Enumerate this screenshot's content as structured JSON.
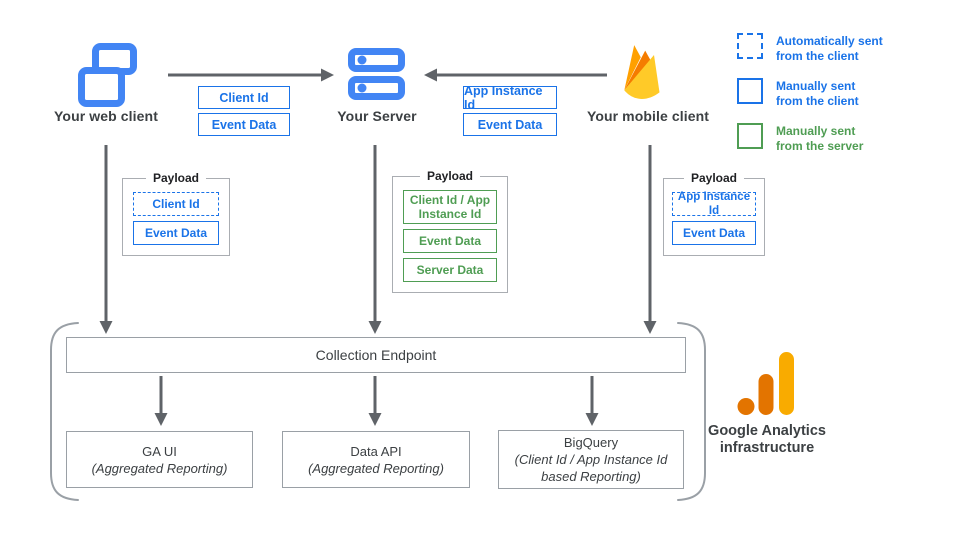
{
  "colors": {
    "blue": "#1a73e8",
    "green": "#4f9d53",
    "icon_blue": "#4285F4",
    "arrow_gray": "#5f6368",
    "box_border_gray": "#9aa0a6",
    "firebase_yellow": "#FFCA28",
    "firebase_orange": "#FFA000",
    "firebase_dark_orange": "#F57C00",
    "ga_amber": "#F9AB00",
    "ga_orange": "#E37400"
  },
  "clients": {
    "web": {
      "label": "Your web client"
    },
    "server": {
      "label": "Your Server"
    },
    "mobile": {
      "label": "Your mobile client"
    }
  },
  "arrows": {
    "web_to_server": {
      "tags": [
        {
          "text": "Client Id"
        },
        {
          "text": "Event Data"
        }
      ]
    },
    "mobile_to_server": {
      "tags": [
        {
          "text": "App Instance Id"
        },
        {
          "text": "Event Data"
        }
      ]
    }
  },
  "legend": [
    {
      "line1": "Automatically sent",
      "line2": "from the client",
      "swatch": "dashed-blue"
    },
    {
      "line1": "Manually sent",
      "line2": "from the client",
      "swatch": "solid-blue"
    },
    {
      "line1": "Manually sent",
      "line2": "from the server",
      "swatch": "solid-green"
    }
  ],
  "payloads": {
    "web": {
      "title": "Payload",
      "items": [
        {
          "text": "Client Id",
          "style": "dashed-blue"
        },
        {
          "text": "Event Data",
          "style": "solid-blue"
        }
      ]
    },
    "server": {
      "title": "Payload",
      "items": [
        {
          "text": "Client Id / App Instance Id",
          "style": "solid-green"
        },
        {
          "text": "Event Data",
          "style": "solid-green"
        },
        {
          "text": "Server Data",
          "style": "solid-green"
        }
      ]
    },
    "mobile": {
      "title": "Payload",
      "items": [
        {
          "text": "App Instance Id",
          "style": "dashed-blue"
        },
        {
          "text": "Event Data",
          "style": "solid-blue"
        }
      ]
    }
  },
  "infrastructure": {
    "collection_endpoint": "Collection Endpoint",
    "outputs": [
      {
        "name": "GA UI",
        "detail": "(Aggregated Reporting)"
      },
      {
        "name": "Data API",
        "detail": "(Aggregated Reporting)"
      },
      {
        "name": "BigQuery",
        "detail": "(Client Id / App Instance Id based Reporting)"
      }
    ],
    "brand": {
      "line1": "Google Analytics",
      "line2": "infrastructure"
    }
  }
}
